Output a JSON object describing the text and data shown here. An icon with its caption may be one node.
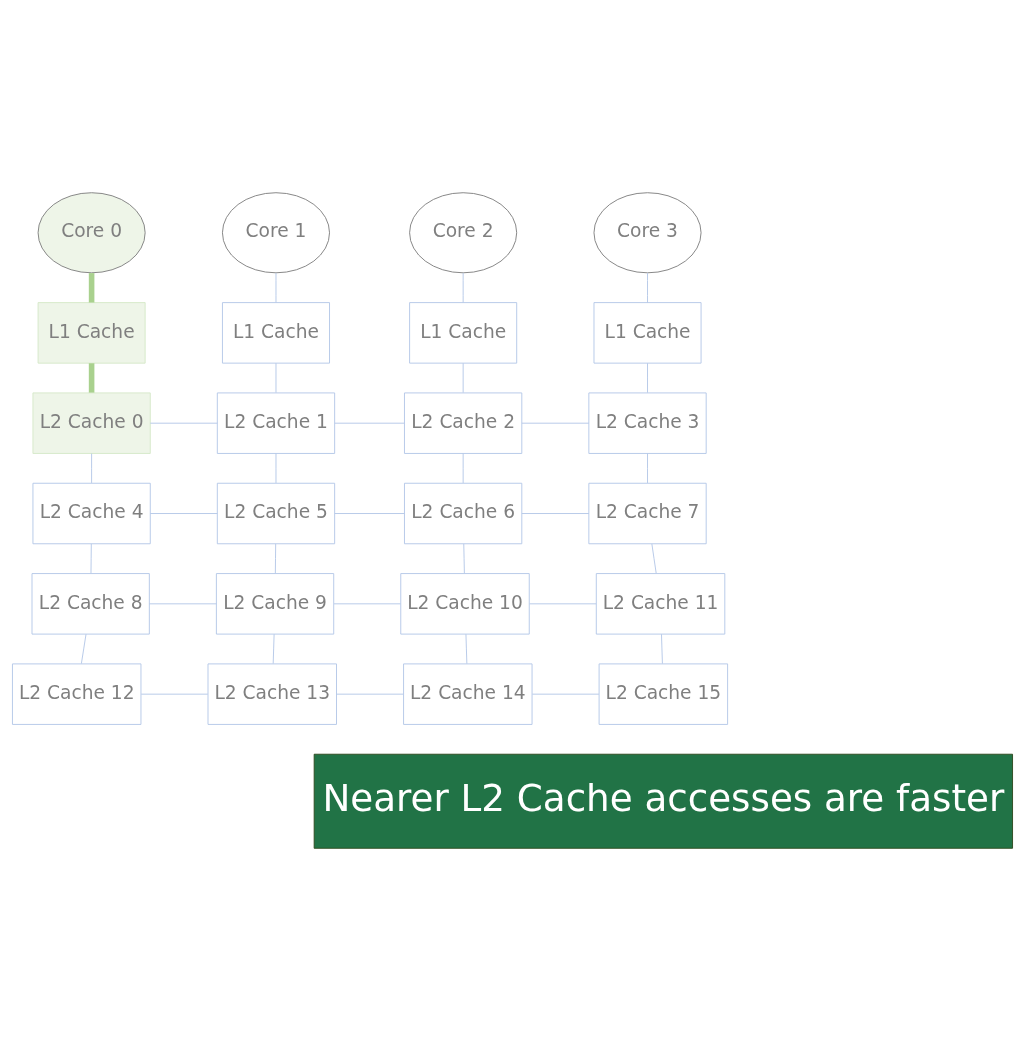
{
  "diagram": {
    "nodes": [
      {
        "text": [
          "Core 0"
        ]
      },
      {
        "text": [
          "Core 1"
        ]
      },
      {
        "text": [
          "Core 2"
        ]
      },
      {
        "text": [
          "Core 3"
        ]
      },
      {
        "text": [
          "L1 Cache"
        ]
      },
      {
        "text": [
          "L1 Cache"
        ]
      },
      {
        "text": [
          "L1 Cache"
        ]
      },
      {
        "text": [
          "L1 Cache"
        ]
      },
      {
        "text": [
          "L2 Cache 0"
        ]
      },
      {
        "text": [
          "L2 Cache 1"
        ]
      },
      {
        "text": [
          "L2 Cache 2"
        ]
      },
      {
        "text": [
          "L2 Cache 3"
        ]
      },
      {
        "text": [
          "L2 Cache 4"
        ]
      },
      {
        "text": [
          "L2 Cache 5"
        ]
      },
      {
        "text": [
          "L2 Cache 6"
        ]
      },
      {
        "text": [
          "L2 Cache 7"
        ]
      },
      {
        "text": [
          "L2 Cache 8"
        ]
      },
      {
        "text": [
          "L2 Cache 9"
        ]
      },
      {
        "text": [
          "L2 Cache 10"
        ]
      },
      {
        "text": [
          "L2 Cache 11"
        ]
      },
      {
        "text": [
          "L2 Cache 12"
        ]
      },
      {
        "text": [
          "L2 Cache 13"
        ]
      },
      {
        "text": [
          "L2 Cache 14"
        ]
      },
      {
        "text": [
          "L2 Cache 15"
        ]
      },
      {
        "text": [
          "Nearer L2 Cache accesses are faster"
        ]
      }
    ],
    "edges": [
      {
        "from": 0,
        "to": 4,
        "arrow": "none",
        "style": "thick",
        "color": "#a9d18e"
      },
      {
        "from": 1,
        "to": 5,
        "arrow": "none"
      },
      {
        "from": 2,
        "to": 6,
        "arrow": "none"
      },
      {
        "from": 3,
        "to": 7,
        "arrow": "none"
      },
      {
        "from": 4,
        "to": 8,
        "arrow": "none",
        "style": "thick",
        "color": "#a9d18e"
      },
      {
        "from": 5,
        "to": 9,
        "arrow": "none"
      },
      {
        "from": 6,
        "to": 10,
        "arrow": "none"
      },
      {
        "from": 7,
        "to": 11,
        "arrow": "none"
      },
      {
        "from": 8,
        "to": 9,
        "arrow": "none"
      },
      {
        "from": 9,
        "to": 10,
        "arrow": "none"
      },
      {
        "from": 10,
        "to": 11,
        "arrow": "none"
      },
      {
        "from": 8,
        "to": 12,
        "arrow": "none"
      },
      {
        "from": 9,
        "to": 13,
        "arrow": "none"
      },
      {
        "from": 10,
        "to": 14,
        "arrow": "none"
      },
      {
        "from": 11,
        "to": 15,
        "arrow": "none"
      },
      {
        "from": 12,
        "to": 13,
        "arrow": "none"
      },
      {
        "from": 13,
        "to": 14,
        "arrow": "none"
      },
      {
        "from": 14,
        "to": 15,
        "arrow": "none"
      },
      {
        "from": 12,
        "to": 16,
        "arrow": "none"
      },
      {
        "from": 13,
        "to": 17,
        "arrow": "none"
      },
      {
        "from": 14,
        "to": 18,
        "arrow": "none"
      },
      {
        "from": 15,
        "to": 19,
        "arrow": "none"
      },
      {
        "from": 16,
        "to": 17,
        "arrow": "none"
      },
      {
        "from": 17,
        "to": 18,
        "arrow": "none"
      },
      {
        "from": 18,
        "to": 19,
        "arrow": "none"
      },
      {
        "from": 16,
        "to": 20,
        "arrow": "none"
      },
      {
        "from": 17,
        "to": 21,
        "arrow": "none"
      },
      {
        "from": 18,
        "to": 22,
        "arrow": "none"
      },
      {
        "from": 19,
        "to": 23,
        "arrow": "none"
      },
      {
        "from": 20,
        "to": 21,
        "arrow": "none"
      },
      {
        "from": 21,
        "to": 22,
        "arrow": "none"
      },
      {
        "from": 22,
        "to": 23,
        "arrow": "none"
      }
    ]
  }
}
